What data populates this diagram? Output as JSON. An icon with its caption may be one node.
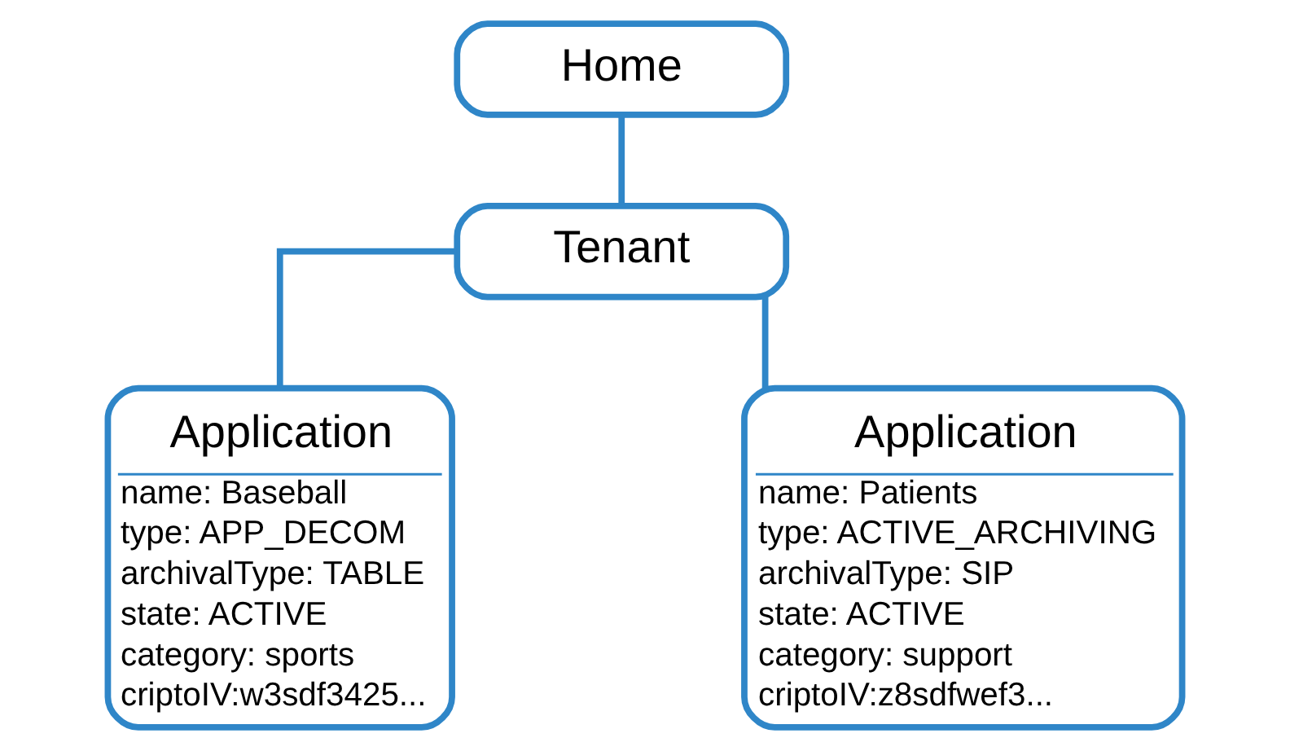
{
  "diagram": {
    "nodes": [
      {
        "text": [
          "Home"
        ]
      },
      {
        "text": [
          "Tenant"
        ]
      },
      {
        "text": [
          "Application",
          "name: Baseball",
          "type: APP_DECOM",
          "archivalType: TABLE",
          "state: ACTIVE",
          "category: sports",
          "criptoIV:w3sdf3425..."
        ]
      },
      {
        "text": [
          "Application",
          "name: Patients",
          "type: ACTIVE_ARCHIVING",
          "archivalType: SIP",
          "state: ACTIVE",
          "category: support",
          "criptoIV:z8sdfwef3..."
        ]
      }
    ],
    "edges": [
      {
        "from": 0,
        "to": 1,
        "arrow": "none"
      },
      {
        "from": 1,
        "to": 2,
        "arrow": "none"
      },
      {
        "from": 1,
        "to": 3,
        "arrow": "none"
      }
    ]
  }
}
